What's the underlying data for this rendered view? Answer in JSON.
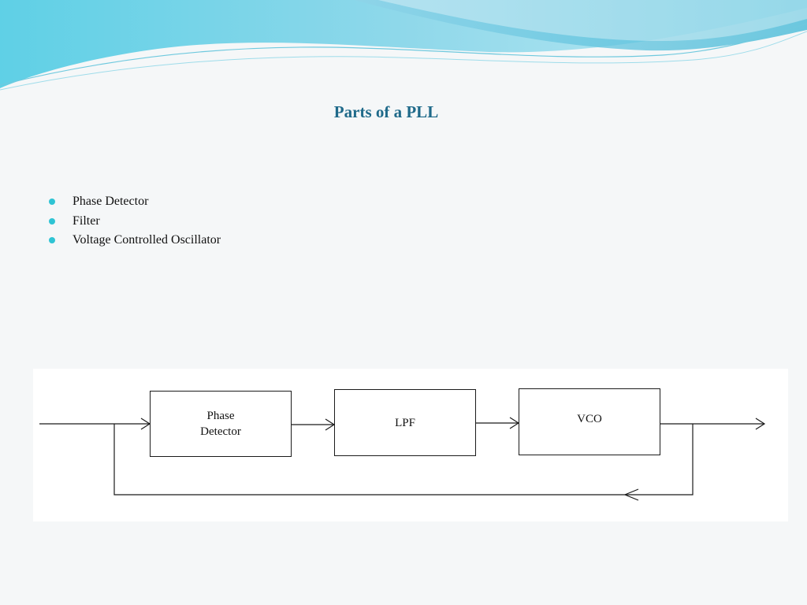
{
  "slide": {
    "title": "Parts of a PLL",
    "bullets": [
      "Phase Detector",
      "Filter",
      "Voltage Controlled Oscillator"
    ]
  },
  "diagram": {
    "blocks": [
      {
        "id": "phase-detector",
        "label": "Phase\nDetector"
      },
      {
        "id": "lpf",
        "label": "LPF"
      },
      {
        "id": "vco",
        "label": "VCO"
      }
    ]
  },
  "colors": {
    "title": "#1f6a8a",
    "bullet": "#2fc4d4",
    "line": "#1b1b1b"
  }
}
